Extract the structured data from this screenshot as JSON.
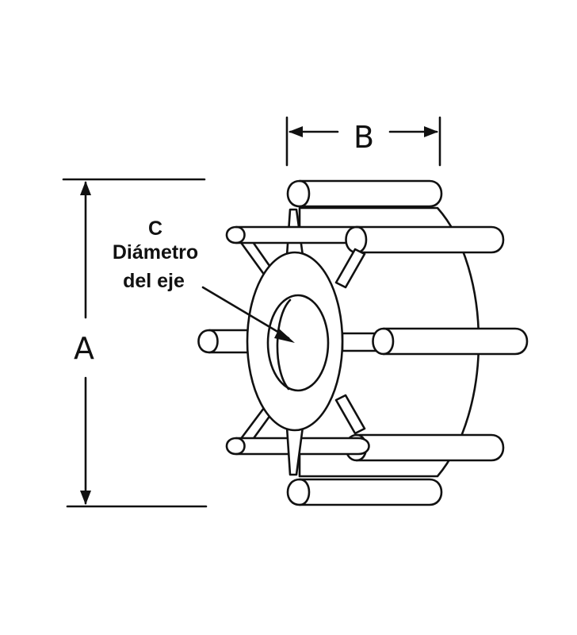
{
  "dimensions": {
    "a_label": "A",
    "b_label": "B"
  },
  "shaft_label": {
    "letter": "C",
    "line1": "Diámetro",
    "line2": "del eje"
  },
  "colors": {
    "ink": "#111111",
    "paper": "#ffffff"
  }
}
